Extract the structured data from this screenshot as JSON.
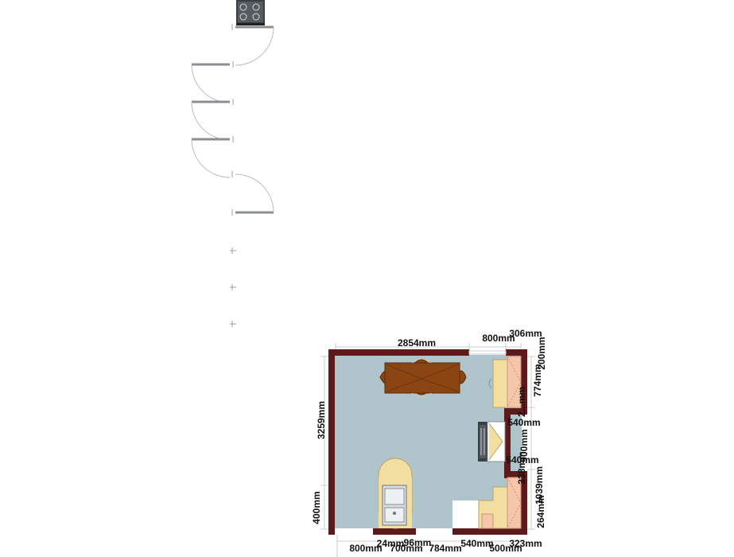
{
  "plan": {
    "colors": {
      "floor": "#b0c4cc",
      "wall": "#5c1a1a",
      "table": "#8b4513",
      "cabinet": "#f2dfa0",
      "counter_peach": "#f5c6a8",
      "dimension_line": "#c9cdd0"
    },
    "dimensions": {
      "top_width": "2854mm",
      "top_door": "800mm",
      "top_right": "306mm",
      "right_top": "200mm",
      "right_upper": "774mm",
      "right_niche": "540mm",
      "right_tall": "2...mm",
      "right_mid": "900mm",
      "right_niche_2": "540mm",
      "right_small": "338mm",
      "right_lower_stack": "1039mm",
      "right_bottom": "264mm",
      "left_height": "3259mm",
      "left_lower": "400mm",
      "bottom_1": "800mm",
      "bottom_2": "24mm",
      "bottom_3": "700mm",
      "bottom_4": "96mm",
      "bottom_5": "784mm",
      "bottom_6": "540mm",
      "bottom_7": "500mm",
      "bottom_8": "323mm"
    },
    "icons": [
      "stove-icon",
      "sink-icon",
      "dining-table-icon",
      "door-swing-icon",
      "chair-icon",
      "refrigerator-icon"
    ]
  }
}
